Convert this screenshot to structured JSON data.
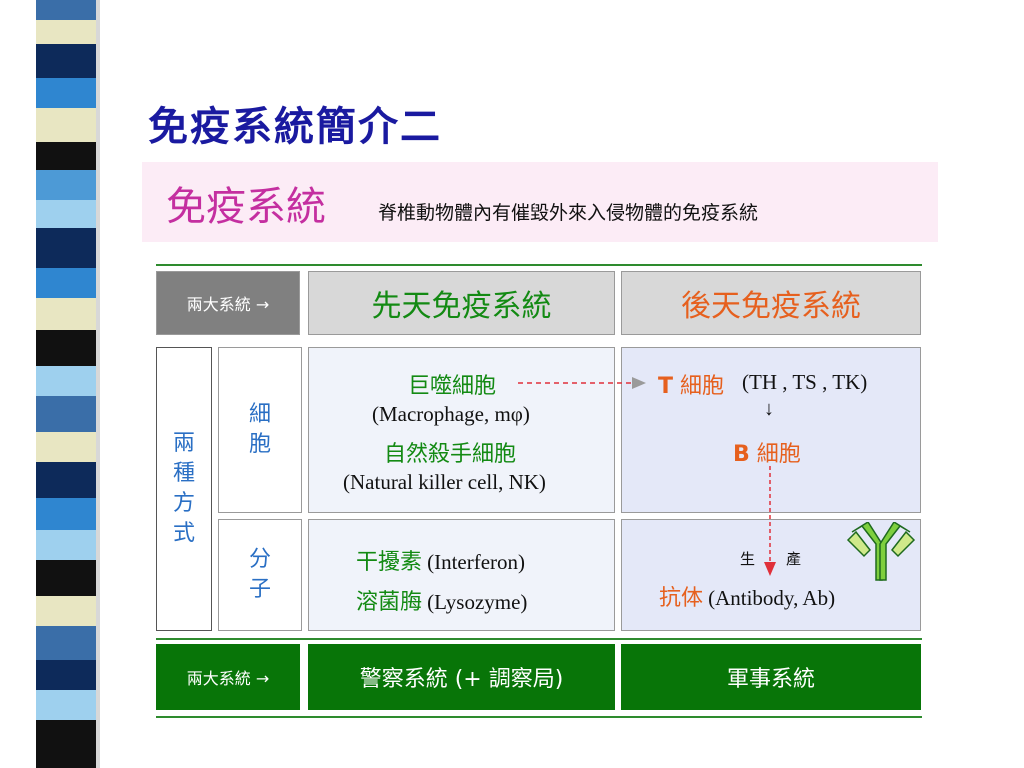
{
  "slide_title": "免疫系統簡介二",
  "banner": {
    "term": "免疫系統",
    "description": "脊椎動物體內有催毀外來入侵物體的免疫系統"
  },
  "header": {
    "row_label": "兩大系統 →",
    "innate": "先天免疫系統",
    "acquired": "後天免疫系統"
  },
  "side_label": [
    "兩",
    "種",
    "方",
    "式"
  ],
  "cell_label": [
    "細",
    "胞"
  ],
  "molecule_label": [
    "分",
    "子"
  ],
  "innate_cells": {
    "macrophage_cn": "巨噬細胞",
    "macrophage_en": "(Macrophage, mφ)",
    "nk_cn": "自然殺手細胞",
    "nk_en": "(Natural killer cell, NK)"
  },
  "acquired_cells": {
    "t_letter": "T",
    "t_cn": "細胞",
    "t_subtypes": "(TH , TS , TK)",
    "down_arrow": "↓",
    "b_letter": "B",
    "b_cn": "細胞"
  },
  "innate_molecules": {
    "interferon_cn": "干擾素",
    "interferon_en": "(Interferon)",
    "lysozyme_cn": "溶菌脢",
    "lysozyme_en": "(Lysozyme)"
  },
  "acquired_molecules": {
    "produce_1": "生",
    "produce_2": "產",
    "antibody_cn": "抗体",
    "antibody_en": "(Antibody, Ab)"
  },
  "footer": {
    "row_label": "兩大系統 →",
    "innate": "警察系統 (+ 調察局)",
    "acquired": "軍事系統"
  },
  "colors": {
    "title": "#1a1aa0",
    "banner_term": "#c42fa0",
    "innate_green": "#138a13",
    "acquired_orange": "#e6601e",
    "footer_green": "#087508",
    "label_blue": "#2a6fc4"
  }
}
